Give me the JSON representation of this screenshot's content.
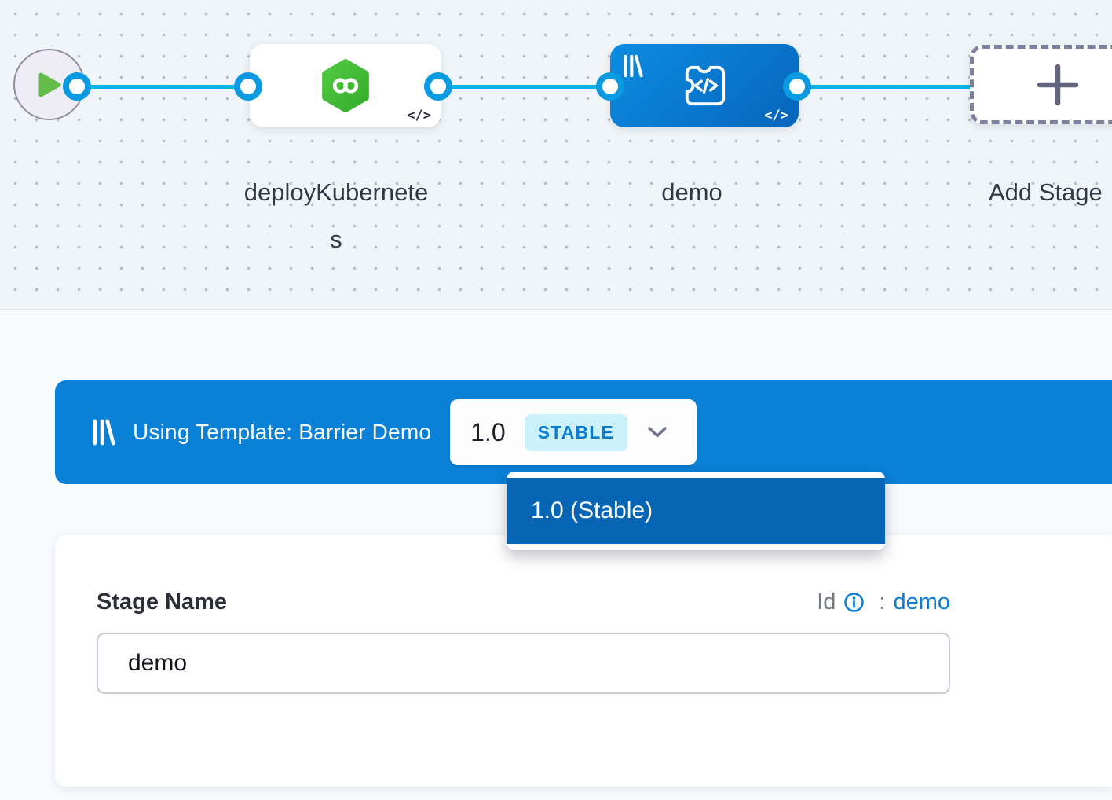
{
  "pipeline_canvas": {
    "stages": [
      {
        "name": "deployKubernetes",
        "icon": "harness-cd-hexagon-icon",
        "code_badge": "</>"
      },
      {
        "name": "demo",
        "icon": "custom-stage-icon",
        "code_badge": "</>",
        "template_linked": true
      }
    ],
    "add_stage_label": "Add Stage"
  },
  "template_bar": {
    "title": "Using Template: Barrier Demo",
    "version": "1.0",
    "version_badge": "STABLE"
  },
  "version_dropdown": {
    "items": [
      {
        "label": "1.0 (Stable)"
      }
    ]
  },
  "stage_form": {
    "name_label": "Stage Name",
    "id_label": "Id",
    "id_separator": ":",
    "id_value": "demo",
    "name_value": "demo"
  },
  "colors": {
    "canvas_bg": "#eff5f8",
    "edge_blue": "#0db3e9",
    "port_ring_blue": "#0a9ae2",
    "node_blue_start": "#0d8ce2",
    "node_blue_end": "#0565bb",
    "bar_blue": "#0b80d7",
    "dropdown_item_blue": "#0565b4",
    "stable_badge_bg": "#cbf1fd",
    "stable_badge_text": "#0b7ad1",
    "cd_green": "#42bd35",
    "play_green": "#62bc48",
    "link_blue": "#0b7cdb"
  }
}
